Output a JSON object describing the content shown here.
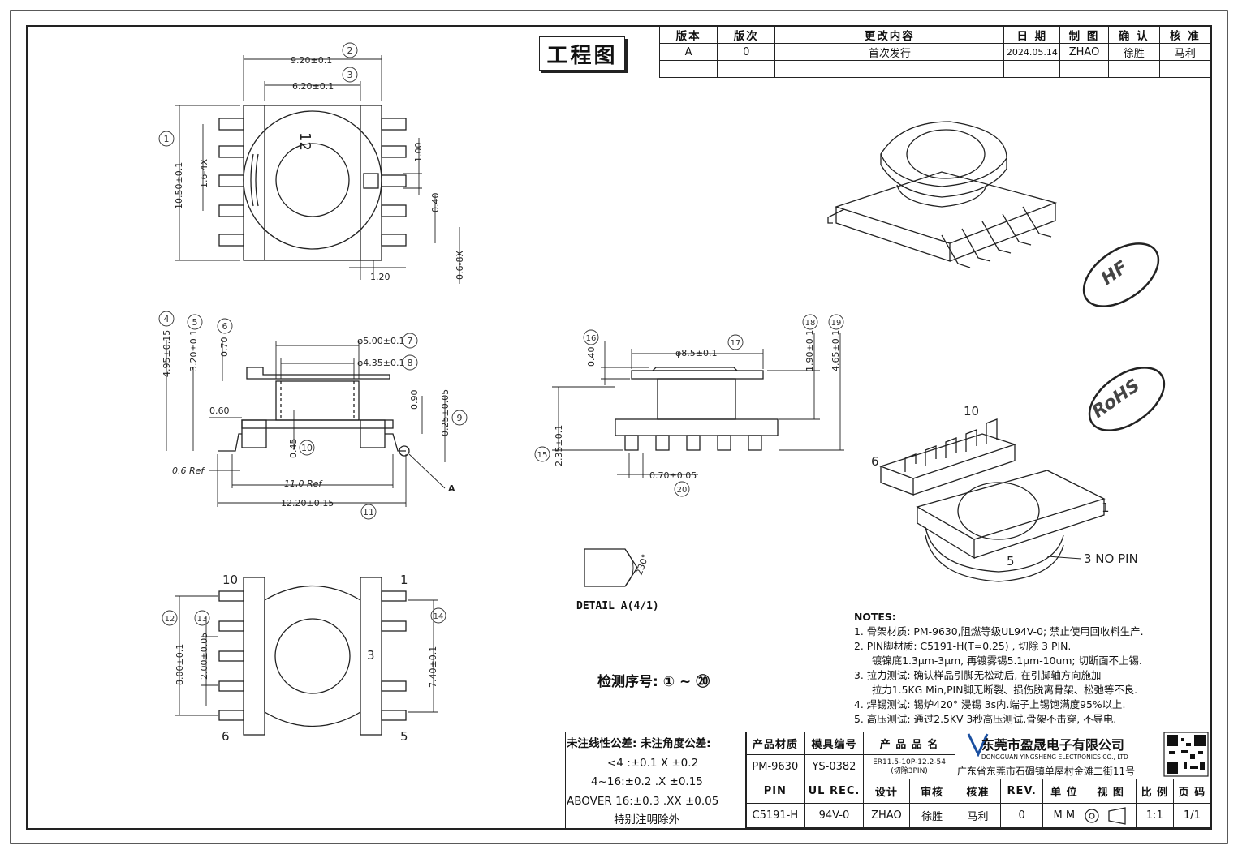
{
  "revision_table": {
    "headers": [
      "版本",
      "版次",
      "更改内容",
      "日 期",
      "制 图",
      "确 认",
      "核 准"
    ],
    "row": {
      "version": "A",
      "edition": "0",
      "change": "首次发行",
      "date": "2024.05.14",
      "drawn": "ZHAO",
      "confirmed": "徐胜",
      "approved": "马利"
    }
  },
  "title_badge": "工程图",
  "top_view": {
    "dims": [
      "9.20±0.1",
      "6.20±0.1",
      "10.50±0.1",
      "1.6-4X",
      "1.00",
      "0.40",
      "0.6-8X",
      "1.20"
    ],
    "circles": [
      "1",
      "2",
      "3"
    ],
    "mark": "12"
  },
  "side_view": {
    "dims": [
      "4.95±0.15",
      "3.20±0.1",
      "0.70",
      "φ5.00±0.1",
      "φ4.35±0.1",
      "0.60",
      "0.90",
      "0.25±0.05",
      "0.45",
      "0.6 Ref",
      "11.0 Ref",
      "12.20±0.15"
    ],
    "circles": [
      "4",
      "5",
      "6",
      "7",
      "8",
      "9",
      "10",
      "11"
    ],
    "callout": "A"
  },
  "front_view": {
    "dims": [
      "0.40",
      "φ8.5±0.1",
      "1.90±0.1",
      "4.65±0.1",
      "2.35±0.1",
      "0.70±0.05"
    ],
    "circles": [
      "16",
      "17",
      "18",
      "19",
      "15",
      "20"
    ]
  },
  "bottom_view": {
    "dims": [
      "8.00±0.1",
      "2.00±0.05",
      "7.40±0.1"
    ],
    "circles": [
      "12",
      "13",
      "14"
    ],
    "pins": {
      "tl": "10",
      "tr": "1",
      "bl": "6",
      "br": "5",
      "center": "3"
    }
  },
  "detail": {
    "label": "DETAIL A(4/1)",
    "angle": "230°"
  },
  "iso_bottom": {
    "pin_left": "10",
    "pin_left2": "6",
    "pin_right": "1",
    "pin_bottom": "5",
    "no_pin": "3 NO PIN"
  },
  "stamps": {
    "hf": "HF",
    "rohs": "RoHS"
  },
  "inspection": "检测序号: ① ~ ⑳",
  "notes": {
    "title": "NOTES:",
    "items": [
      "1. 骨架材质: PM-9630,阻燃等级UL94V-0; 禁止使用回收料生产.",
      "2. PIN脚材质: C5191-H(T=0.25) , 切除 3 PIN.",
      "   镀镍底1.3μm-3μm, 再镀雾锡5.1μm-10um; 切断面不上锡.",
      "3. 拉力测试: 确认样品引脚无松动后, 在引脚轴方向施加",
      "   拉力1.5KG Min,PIN脚无断裂、损伤脱离骨架、松弛等不良.",
      "4. 焊锡测试: 锡炉420° 浸锡 3s内.端子上锡饱满度95%以上.",
      "5. 高压测试: 通过2.5KV 3秒高压测试,骨架不击穿, 不导电."
    ]
  },
  "tolerance": {
    "line1": "未注线性公差:  未注角度公差:",
    "line2": "<4 :±0.1  X ±0.2",
    "line3": "4~16:±0.2  .X ±0.15",
    "line4": "ABOVER 16:±0.3  .XX ±0.05",
    "line5": "特别注明除外"
  },
  "title_block": {
    "h_material": "产品材质",
    "h_mold": "模具编号",
    "h_product": "产 品 品 名",
    "material": "PM-9630",
    "mold": "YS-0382",
    "product_line1": "ER11.5-10P-12.2-54",
    "product_line2": "(切除3PIN)",
    "company_cn": "东莞市盈晟电子有限公司",
    "company_en": "DONGGUAN YINGSHENG ELECTRONICS CO., LTD",
    "address": "广东省东莞市石碣镇单屋村金滩二街11号",
    "h_pin": "PIN",
    "h_ul": "UL REC.",
    "h_design": "设计",
    "h_review": "审核",
    "h_approve": "核准",
    "h_rev": "REV.",
    "h_unit": "单 位",
    "h_view": "视 图",
    "h_scale": "比 例",
    "h_page": "页 码",
    "pin": "C5191-H",
    "ul": "94V-0",
    "design": "ZHAO",
    "review": "徐胜",
    "approve": "马利",
    "rev": "0",
    "unit": "M M",
    "scale": "1:1",
    "page": "1/1"
  }
}
